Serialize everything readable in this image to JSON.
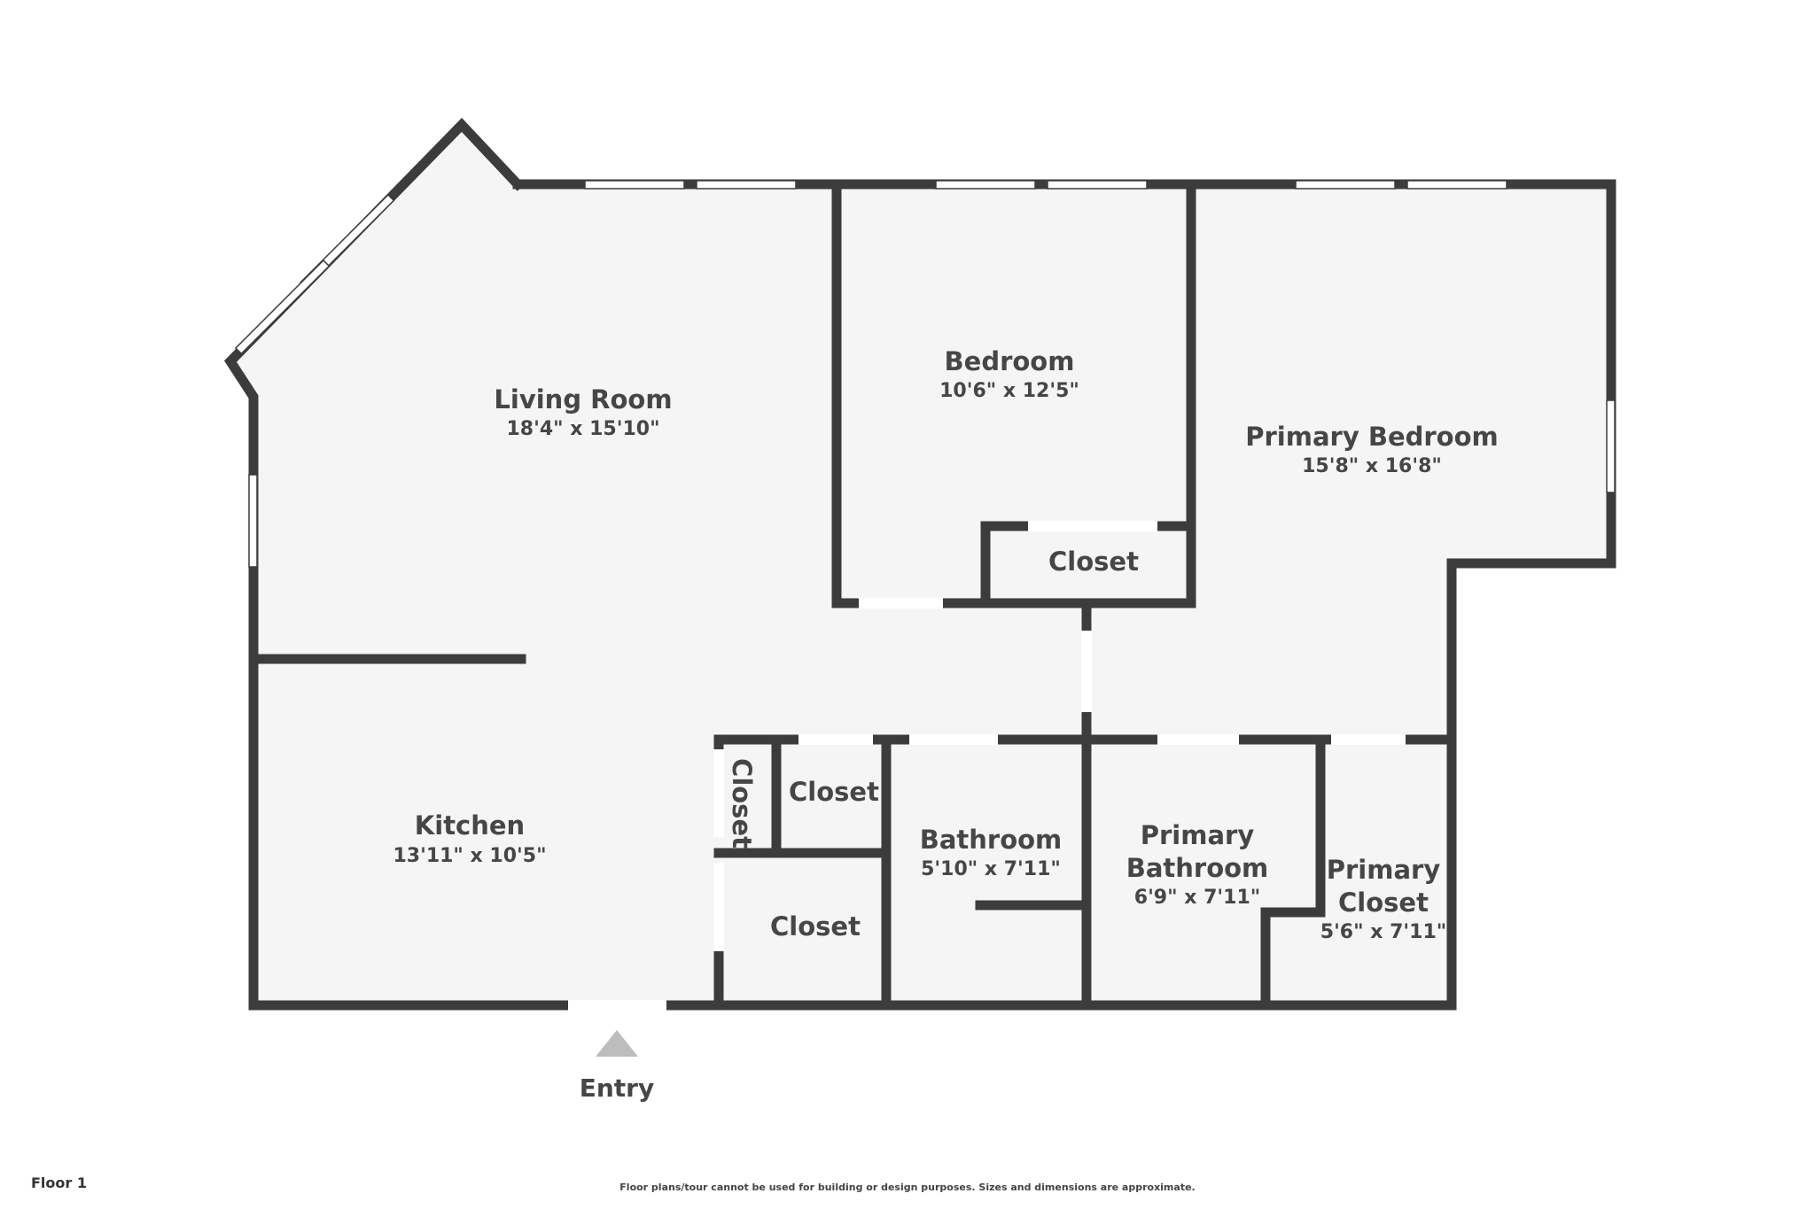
{
  "floor_label": "Floor 1",
  "disclaimer": "Floor plans/tour cannot be used for building or design purposes. Sizes and dimensions are approximate.",
  "entry": {
    "label": "Entry"
  },
  "rooms": {
    "living_room": {
      "name": "Living Room",
      "dims": "18'4\" x 15'10\""
    },
    "bedroom": {
      "name": "Bedroom",
      "dims": "10'6\" x 12'5\""
    },
    "primary_bedroom": {
      "name": "Primary Bedroom",
      "dims": "15'8\" x 16'8\""
    },
    "kitchen": {
      "name": "Kitchen",
      "dims": "13'11\" x 10'5\""
    },
    "bathroom": {
      "name": "Bathroom",
      "dims": "5'10\" x 7'11\""
    },
    "primary_bathroom": {
      "name_line1": "Primary",
      "name_line2": "Bathroom",
      "dims": "6'9\" x 7'11\""
    },
    "primary_closet": {
      "name_line1": "Primary",
      "name_line2": "Closet",
      "dims": "5'6\" x 7'11\""
    },
    "closet_bedroom": {
      "name": "Closet"
    },
    "closet_small": {
      "name": "Closet"
    },
    "closet_vertical": {
      "name": "Closet"
    },
    "closet_lower": {
      "name": "Closet"
    }
  },
  "colors": {
    "wall": "#3c3c3c",
    "floor": "#f5f5f5",
    "text": "#464646",
    "entry_marker": "#bdbdbd"
  }
}
